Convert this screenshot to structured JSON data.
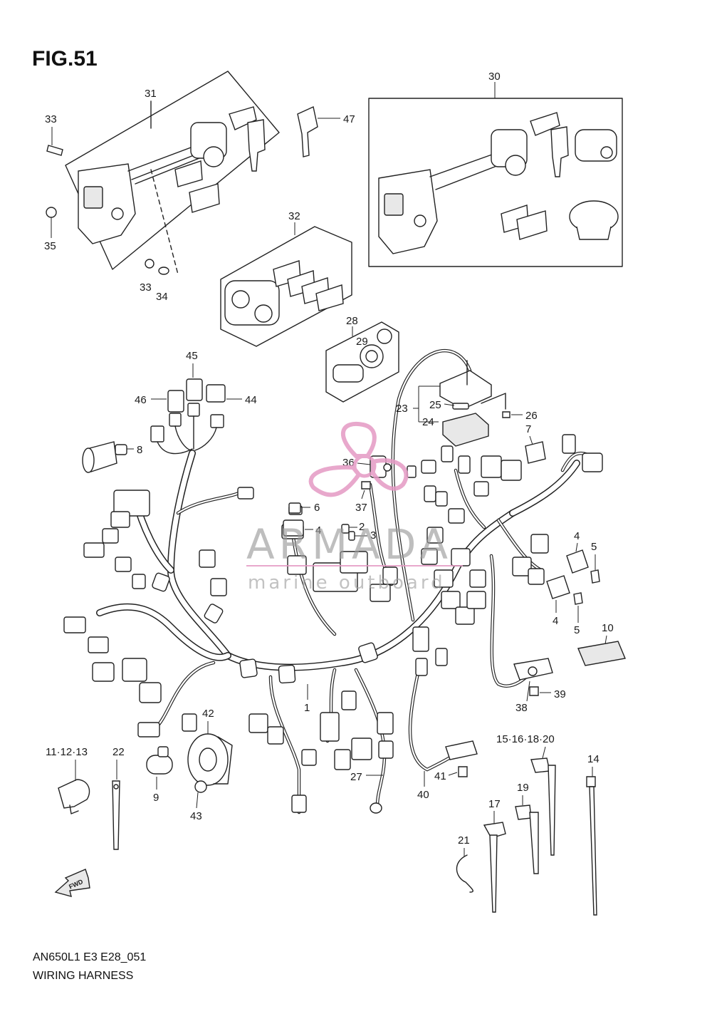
{
  "figure": {
    "title": "FIG.51",
    "model_code": "AN650L1 E3 E28_051",
    "name": "WIRING HARNESS"
  },
  "watermark": {
    "brand": "ARMADA",
    "tagline": "marine outboard",
    "logo_color": "#e49ac4",
    "text_color": "#9a9a9a"
  },
  "fwd_label": "FWD",
  "callouts": {
    "c31": "31",
    "c33a": "33",
    "c35": "35",
    "c33b": "33",
    "c34": "34",
    "c47": "47",
    "c30": "30",
    "c32": "32",
    "c28": "28",
    "c29": "29",
    "c45": "45",
    "c46": "46",
    "c44": "44",
    "c8": "8",
    "c23": "23",
    "c25": "25",
    "c24": "24",
    "c26": "26",
    "c7": "7",
    "c36": "36",
    "c37": "37",
    "c6": "6",
    "c4a": "4",
    "c2": "2",
    "c3": "3",
    "c4b": "4",
    "c5a": "5",
    "c4c": "4",
    "c5b": "5",
    "c10": "10",
    "c1": "1",
    "c39": "39",
    "c38": "38",
    "c42": "42",
    "c9": "9",
    "c43": "43",
    "c27": "27",
    "c41": "41",
    "c40": "40",
    "c11_13": "11·12·13",
    "c22": "22",
    "c15_20": "15·16·18·20",
    "c14": "14",
    "c19": "19",
    "c17": "17",
    "c21": "21"
  }
}
